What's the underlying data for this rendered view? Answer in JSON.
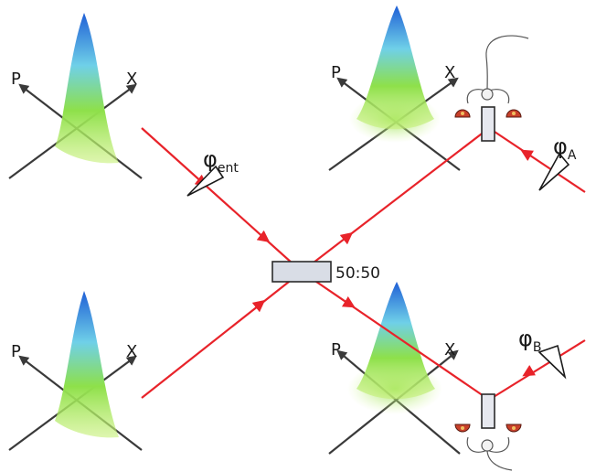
{
  "labels": {
    "p": "P",
    "x": "X",
    "phi": "φ",
    "ent_sub": "ent",
    "a_sub": "A",
    "b_sub": "B",
    "splitter": "50:50"
  },
  "colors": {
    "beam": "#e8232a",
    "axis": "#3a3a3a",
    "gauss_top": "#1f5fd6",
    "gauss_mid": "#6fd0e8",
    "gauss_low": "#8ee04a",
    "detector": "#c8402a",
    "splitter_fill": "#d9dde6"
  },
  "icons": [
    "prism-icon",
    "beam-splitter-icon",
    "detector-icon",
    "meter-icon"
  ]
}
